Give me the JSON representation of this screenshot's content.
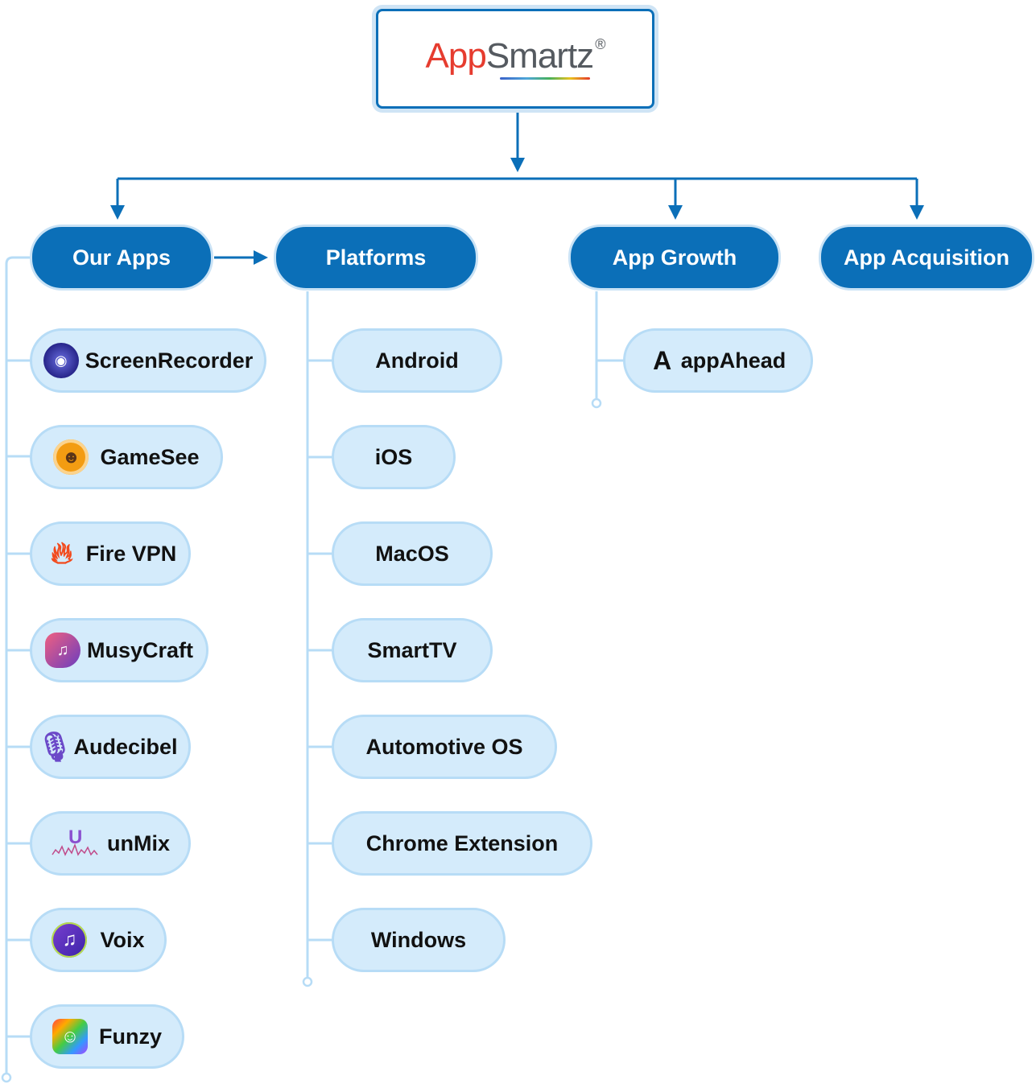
{
  "root": {
    "logo_app": "App",
    "logo_smartz": "Smartz",
    "logo_reg": "®"
  },
  "categories": [
    {
      "label": "Our Apps"
    },
    {
      "label": "Platforms"
    },
    {
      "label": "App Growth"
    },
    {
      "label": "App Acquisition"
    }
  ],
  "our_apps": [
    {
      "label": "ScreenRecorder",
      "icon": "screen-recorder-icon"
    },
    {
      "label": "GameSee",
      "icon": "gamesee-icon"
    },
    {
      "label": "Fire VPN",
      "icon": "fire-icon"
    },
    {
      "label": "MusyCraft",
      "icon": "music-note-icon"
    },
    {
      "label": "Audecibel",
      "icon": "microphone-icon"
    },
    {
      "label": "unMix",
      "icon": "unmix-icon"
    },
    {
      "label": "Voix",
      "icon": "voix-music-icon"
    },
    {
      "label": "Funzy",
      "icon": "funzy-icon"
    }
  ],
  "platforms": [
    {
      "label": "Android"
    },
    {
      "label": "iOS"
    },
    {
      "label": "MacOS"
    },
    {
      "label": "SmartTV"
    },
    {
      "label": "Automotive OS"
    },
    {
      "label": "Chrome Extension"
    },
    {
      "label": "Windows"
    }
  ],
  "app_growth": [
    {
      "label": "appAhead",
      "icon": "appahead-icon"
    }
  ],
  "colors": {
    "primary": "#0b6fb8",
    "node_fill": "#d4ebfb",
    "node_border": "#b7dcf6",
    "branch_line": "#b7dcf6"
  }
}
